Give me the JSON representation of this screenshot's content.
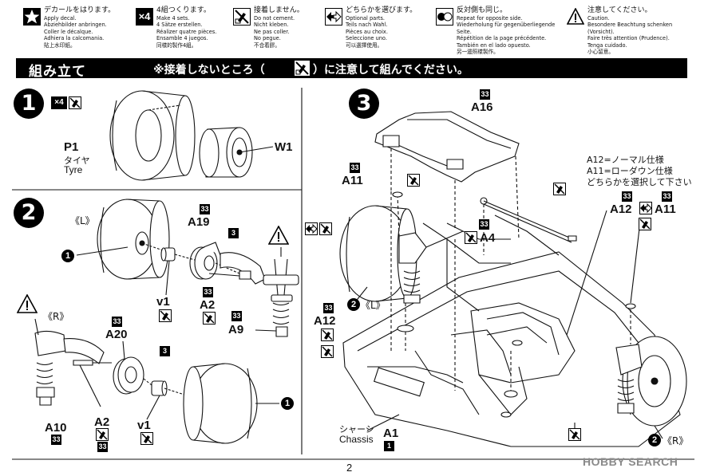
{
  "legend": [
    {
      "icon": "star-apply-decal-icon",
      "lines": [
        "デカールをはります。",
        "Apply decal.",
        "Abziehbilder anbringen.",
        "Coller le décalque.",
        "Adhiera la calcomania.",
        "貼上水印紙。"
      ]
    },
    {
      "icon": "times-four-icon",
      "icon_text": "×4",
      "lines": [
        "4組つくります。",
        "Make 4 sets.",
        "4 Sätze erstellen.",
        "Réalizer quatre pièces.",
        "Ensamble 4 juegos.",
        "同樣的製作4組。"
      ]
    },
    {
      "icon": "no-cement-icon",
      "lines": [
        "接着しません。",
        "Do not cement.",
        "Nicht kleben.",
        "Ne pas coller.",
        "No pegue.",
        "不合着膠。"
      ]
    },
    {
      "icon": "optional-parts-icon",
      "lines": [
        "どちらかを選びます。",
        "Optional parts.",
        "Teils nach Wahl.",
        "Pièces au choix.",
        "Seleccione uno.",
        "可以選擇使用。"
      ]
    },
    {
      "icon": "opposite-side-icon",
      "lines": [
        "反対側も同じ。",
        "Repeat for opposite side.",
        "Wiederholung für gegenüberliegende",
        "Seite.",
        "Répétition de la page précédente.",
        "También en el lado opuesto.",
        "另一邊照樣製作。"
      ]
    },
    {
      "icon": "caution-icon",
      "lines": [
        "注意してください。",
        "Caution.",
        "Besondere Beachtung schenken",
        "(Vorsicht).",
        "Faire très attention (Prudence).",
        "Tenga cuidado.",
        "小心留意。"
      ]
    }
  ],
  "banner": {
    "title": "組み立て",
    "note_pre": "※接着しないところ（",
    "note_post": "）に注意して組んでください。"
  },
  "step1": {
    "number": "1",
    "multiplier": "×4",
    "parts": [
      {
        "code": "P1",
        "jp": "タイヤ",
        "en": "Tyre"
      },
      {
        "code": "W1"
      }
    ]
  },
  "step2": {
    "number": "2",
    "left_label": "《L》",
    "right_label": "《R》",
    "ref": "1",
    "sub_ref": "3",
    "runner": "33",
    "parts_l": [
      "A19",
      "v1",
      "A2",
      "A9"
    ],
    "parts_r": [
      "A20",
      "A10",
      "A2",
      "v1"
    ]
  },
  "step3": {
    "number": "3",
    "runner": "33",
    "parts": [
      "A16",
      "A11",
      "A4",
      "A12",
      "A12",
      "A11",
      "A1"
    ],
    "options_note": [
      "A12=ノーマル仕様",
      "A11=ローダウン仕様",
      "どちらかを選択して下さい"
    ],
    "chassis_jp": "シャーシ",
    "chassis_en": "Chassis",
    "chassis_badge": "1",
    "ref_l": "2",
    "ref_l_label": "《L》",
    "ref_r": "2",
    "ref_r_label": "《R》"
  },
  "page_number": "2",
  "watermark": "HOBBY SEARCH"
}
